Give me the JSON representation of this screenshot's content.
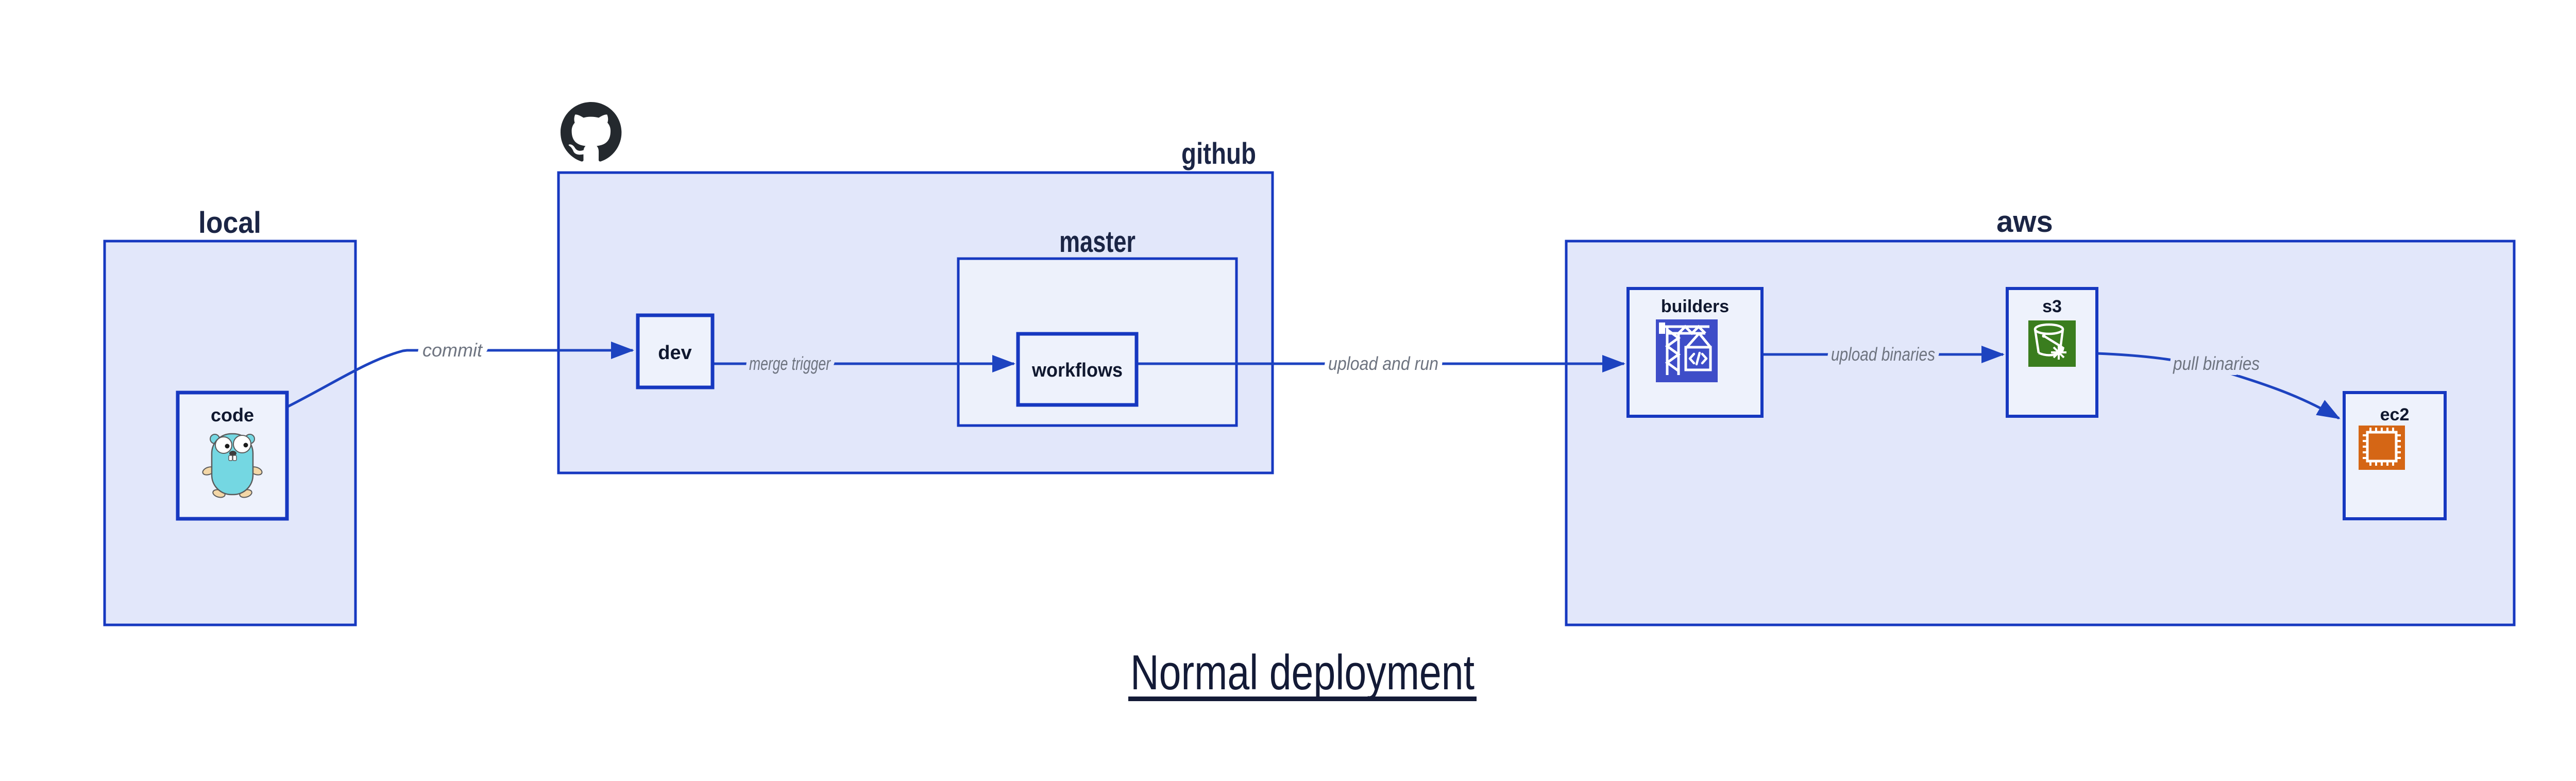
{
  "title": {
    "text": "Normal deployment"
  },
  "groups": {
    "local": {
      "label": "local"
    },
    "github": {
      "label": "github"
    },
    "master": {
      "label": "master"
    },
    "aws": {
      "label": "aws"
    }
  },
  "nodes": {
    "code": {
      "label": "code",
      "icon": "go-gopher-icon"
    },
    "dev": {
      "label": "dev"
    },
    "workflows": {
      "label": "workflows"
    },
    "builders": {
      "label": "builders",
      "icon": "crane-icon"
    },
    "s3": {
      "label": "s3",
      "icon": "s3-bucket-icon"
    },
    "ec2": {
      "label": "ec2",
      "icon": "cpu-chip-icon"
    }
  },
  "edges": {
    "commit": {
      "label": "commit"
    },
    "merge_trigger": {
      "label": "merge trigger"
    },
    "upload_and_run": {
      "label": "upload and run"
    },
    "upload_binaries": {
      "label": "upload binaries"
    },
    "pull_binaries": {
      "label": "pull binaries"
    }
  },
  "icons": {
    "github_logo": "github-octocat-icon"
  },
  "colors": {
    "box_border_blue": "#1638c0",
    "arrow_blue": "#1d43c0",
    "outer_box_fill": "#e2e7fa",
    "inner_box_fill": "#eef2fc",
    "edge_label_gray": "#6e7480",
    "text_navy": "#10182f",
    "title_navy": "#131a36",
    "builders_icon_bg": "#3e4dc8",
    "s3_icon_bg": "#3a7d1e",
    "ec2_icon_bg": "#d56615",
    "gopher_teal": "#74d7e2",
    "github_black": "#24292e"
  }
}
